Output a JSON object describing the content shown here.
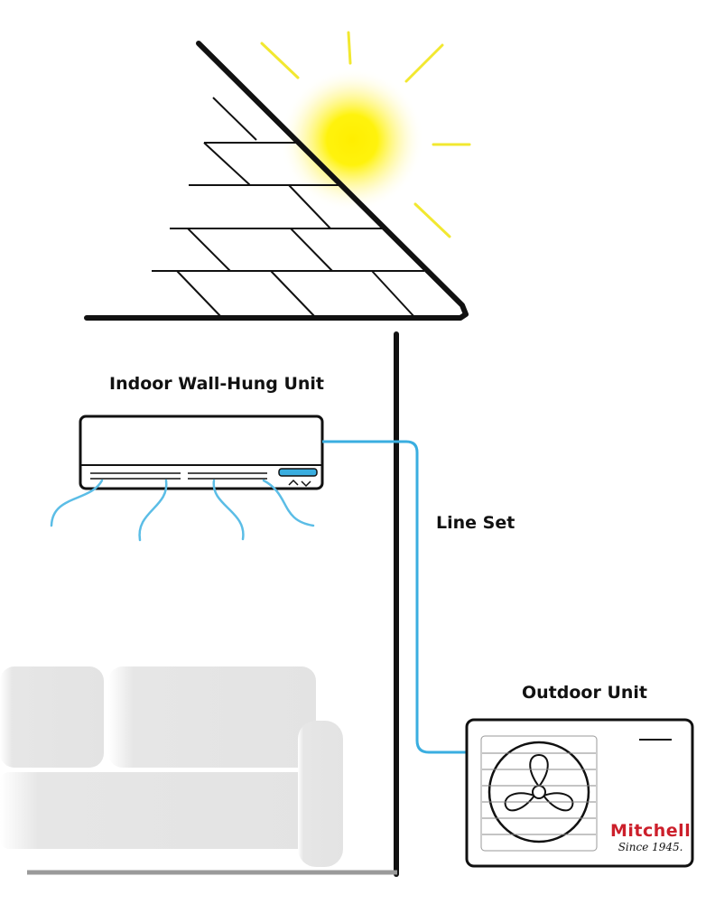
{
  "labels": {
    "indoor_unit": "Indoor Wall-Hung Unit",
    "line_set": "Line Set",
    "outdoor_unit": "Outdoor Unit"
  },
  "brand": {
    "name": "Mitchell",
    "tagline": "Since 1945."
  },
  "colors": {
    "line_set": "#3aaee0",
    "airflow": "#5bbde6",
    "sun": "#fff200",
    "sun_rays": "#f2e830",
    "outline": "#111111",
    "sofa": "#e3e3e3",
    "brand": "#cc1f2b"
  }
}
